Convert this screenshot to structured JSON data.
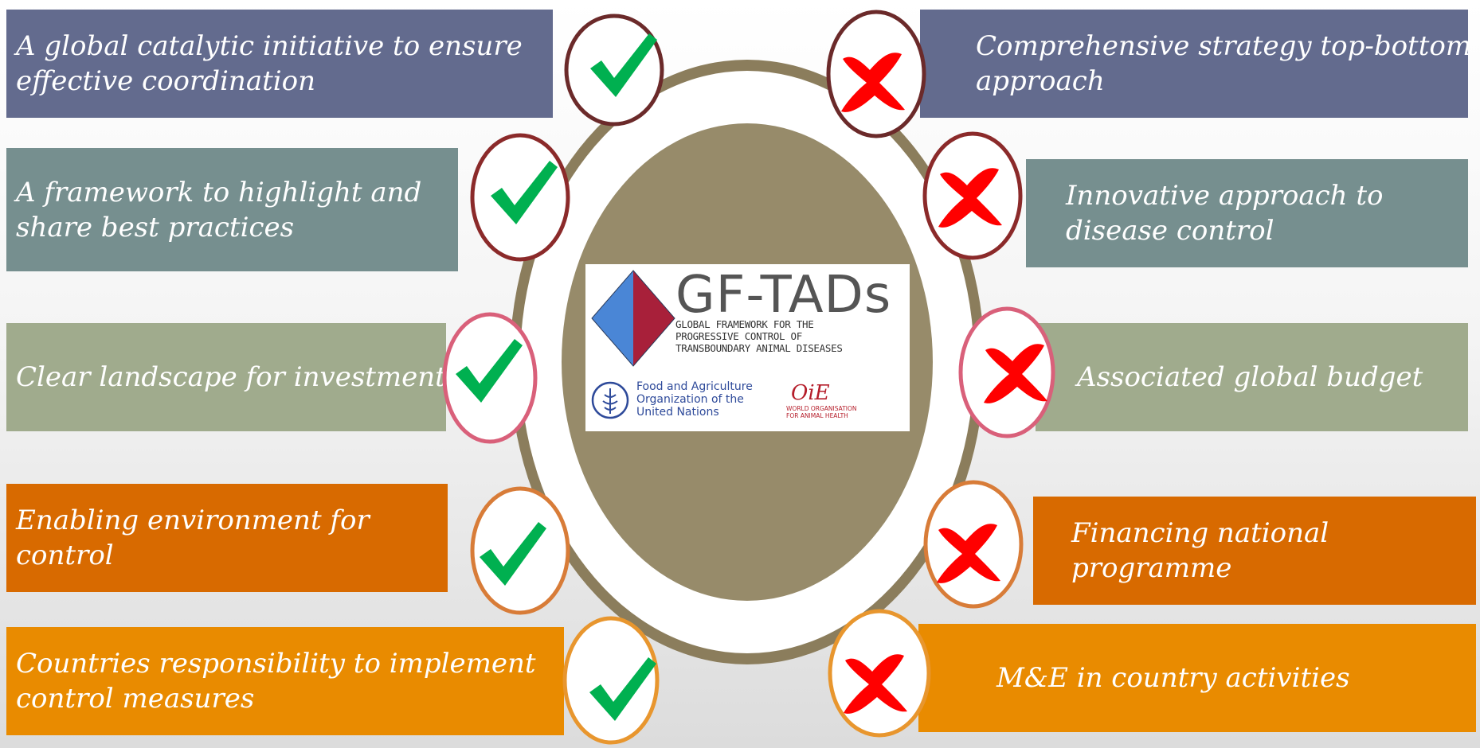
{
  "logo": {
    "title": "GF-TADs",
    "subtitle_lines": [
      "GLOBAL FRAMEWORK FOR THE",
      "PROGRESSIVE CONTROL OF",
      "TRANSBOUNDARY ANIMAL DISEASES"
    ],
    "fao_lines": [
      "Food and Agriculture",
      "Organization of the",
      "United Nations"
    ],
    "oie_lines": [
      "WORLD ORGANISATION",
      "FOR ANIMAL HEALTH"
    ]
  },
  "left_items": [
    {
      "lines": [
        "A global catalytic initiative to ensure",
        "effective coordination"
      ],
      "color": "#636b8e",
      "status": "check"
    },
    {
      "lines": [
        "A framework to  highlight and",
        "share best practices"
      ],
      "color": "#768f8f",
      "status": "check"
    },
    {
      "lines": [
        "Clear landscape for investment"
      ],
      "color": "#a0ab8d",
      "status": "check"
    },
    {
      "lines": [
        "Enabling environment for",
        "control"
      ],
      "color": "#d86a00",
      "status": "check"
    },
    {
      "lines": [
        "Countries responsibility to implement",
        "control measures"
      ],
      "color": "#e98b00",
      "status": "check"
    }
  ],
  "right_items": [
    {
      "lines": [
        "Comprehensive strategy top-bottom",
        "approach"
      ],
      "color": "#636b8e",
      "status": "cross"
    },
    {
      "lines": [
        " Innovative approach to",
        "disease control"
      ],
      "color": "#768f8f",
      "status": "cross"
    },
    {
      "lines": [
        "Associated global budget"
      ],
      "color": "#a0ab8d",
      "status": "cross"
    },
    {
      "lines": [
        "Financing national",
        "programme"
      ],
      "color": "#d86a00",
      "status": "cross"
    },
    {
      "lines": [
        "M&E in country activities"
      ],
      "color": "#e98b00",
      "status": "cross"
    }
  ],
  "colors": {
    "ring": "#8b7d5c",
    "center": "#978b6a",
    "check": "#00b050",
    "cross": "#ff0000"
  }
}
